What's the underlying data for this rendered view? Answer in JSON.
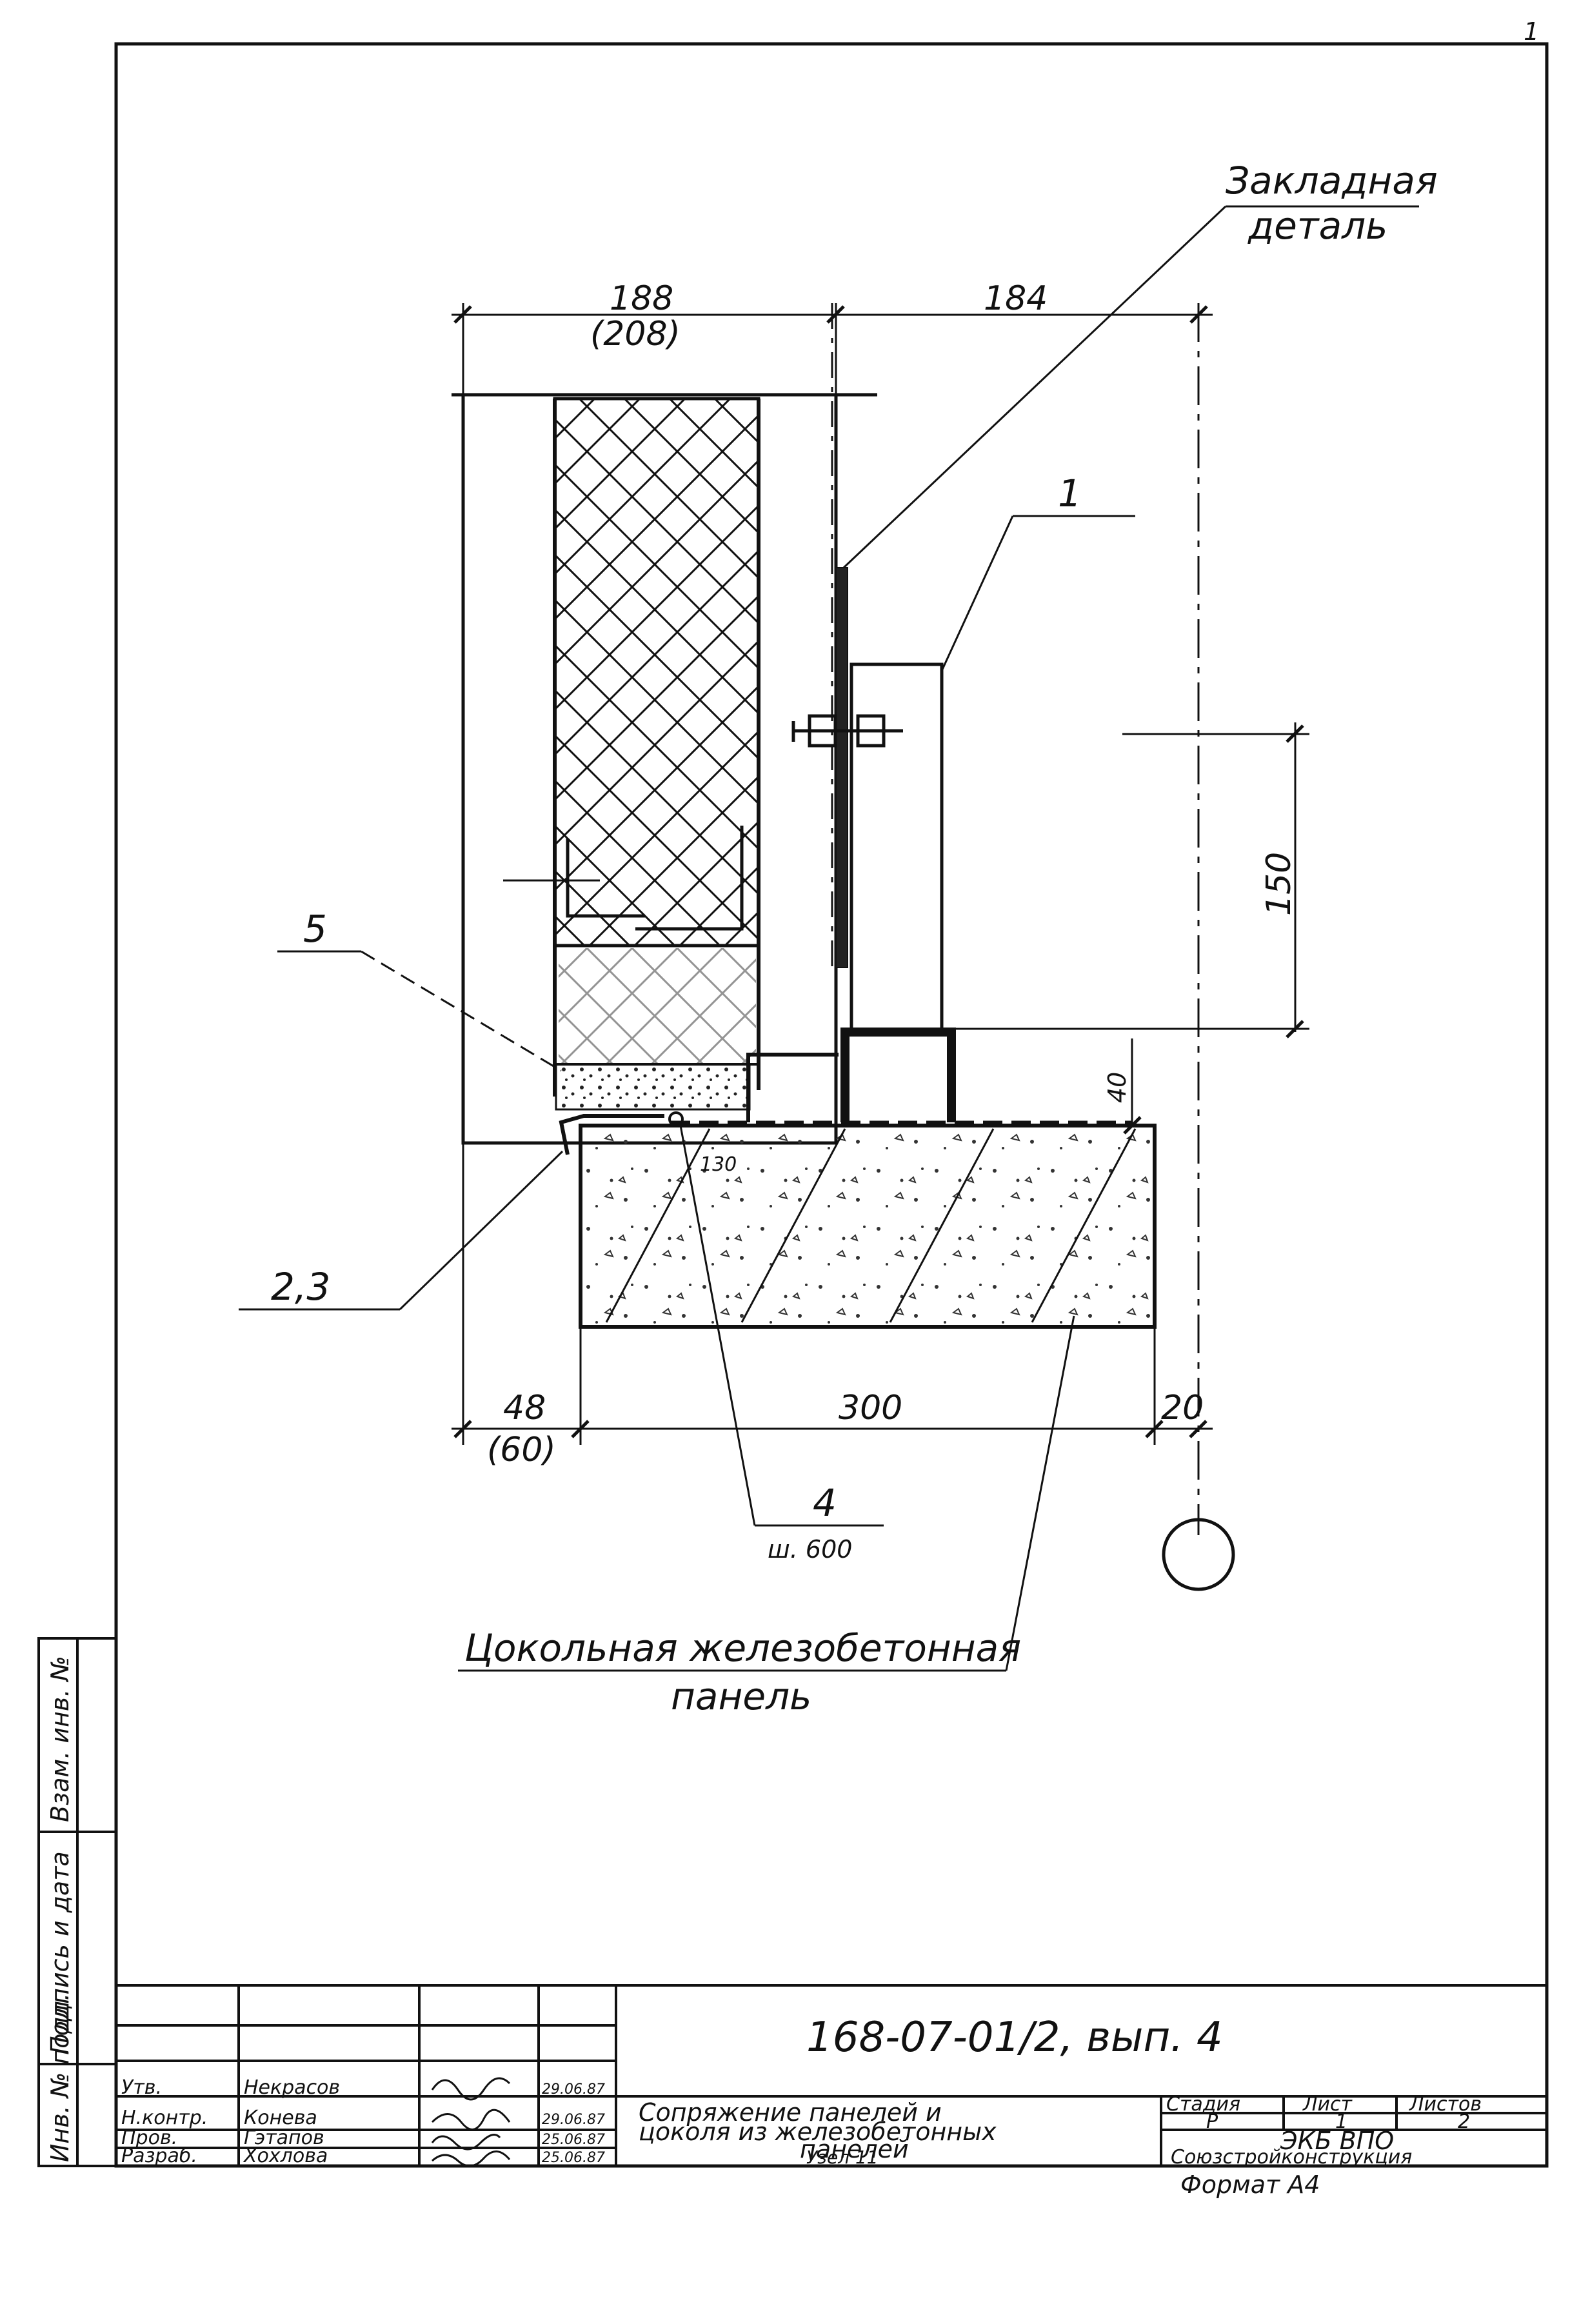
{
  "annotations": {
    "embedded_detail": [
      "Закладная",
      "деталь"
    ],
    "plinth_panel": [
      "Цокольная железобетонная",
      "панель"
    ],
    "callouts": {
      "c1": "1",
      "c5": "5",
      "c23": "2,3",
      "c4": "4",
      "c4_note": "ш. 600"
    }
  },
  "dimensions": {
    "d188": "188",
    "d208": "(208)",
    "d184": "184",
    "d150": "150",
    "d40": "40",
    "d48": "48",
    "d60": "(60)",
    "d300": "300",
    "d20": "20",
    "d130": "130"
  },
  "side_stamp": {
    "inv_orig": "Инв. № подл.",
    "sign_date": "Подпись и дата",
    "inv_repl": "Взам. инв. №"
  },
  "title_block": {
    "doc_code": "168-07-01/2, вып. 4",
    "title_lines": [
      "Сопряжение панелей и",
      "цоколя из железобетонных",
      "панелей",
      "Узел 11"
    ],
    "stage_head": "Стадия",
    "sheet_head": "Лист",
    "sheets_head": "Листов",
    "stage": "Р",
    "sheet": "1",
    "sheets": "2",
    "org1": "ЭКБ ВПО",
    "org2": "Союзстройконструкция",
    "roles": [
      {
        "role": "Утв.",
        "name": "Некрасов",
        "date": "29.06.87"
      },
      {
        "role": "Н.контр.",
        "name": "Конева",
        "date": "29.06.87"
      },
      {
        "role": "Пров.",
        "name": "Гэтапов",
        "date": "25.06.87"
      },
      {
        "role": "Разраб.",
        "name": "Хохлова",
        "date": "25.06.87"
      }
    ]
  },
  "format_note": "Формат А4",
  "corner_mark": "1"
}
